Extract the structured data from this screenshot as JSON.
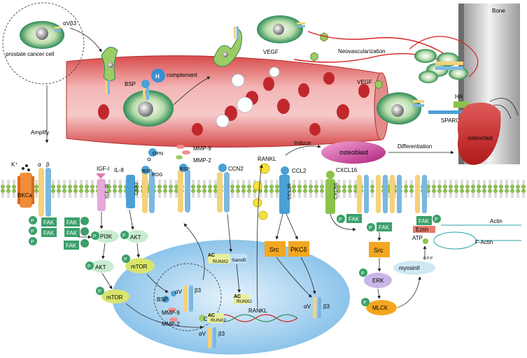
{
  "top": {
    "cell_label": "prostate cancer cell",
    "integrin_label": "αVβ3",
    "h_label": "H",
    "complement_label": "complement",
    "bsp_label": "BSP",
    "amplify_label": "Amplify",
    "vegf_label_1": "VEGF",
    "vegf_label_2": "VEGF",
    "neovascularization_label": "Neovascularization",
    "bone_label": "Bone",
    "ha_label": "HA",
    "sparc_label": "SPARC",
    "osteoclast_label": "osteoclast",
    "osteoblast_label": "osteoblast",
    "induce_label": "Induce",
    "differentiation_label": "Differentiation"
  },
  "membrane": {
    "k_label": "K⁺",
    "bkca_label": "BKCa",
    "igf1_label": "IGF-I",
    "igf1r_label": "IGF-IR",
    "il8_label": "IL-8",
    "cxr2_label": "CXR2",
    "opn_label": "OPN",
    "bsp_label": "BSP",
    "rdg_label": "RDG",
    "bsp2_label": "BSP",
    "mmp9_label": "MMP-9",
    "mmp2_label": "MMP-2",
    "ccn2_label": "CCN2",
    "rankl_label": "RANKL",
    "ccl2_label": "CCL2",
    "ccl2r_label": "CCL2R",
    "cxcl16_label": "CXCL16",
    "cxcr6_label": "CXCR6",
    "alpha": "α",
    "beta": "β",
    "actin_label": "Actin",
    "factin_label": "F-Actin"
  },
  "cytoplasm": {
    "p": "P",
    "fak": "FAK",
    "pi3k": "PI3K",
    "akt": "AKT",
    "mtor": "mTOR",
    "ac": "AC",
    "runx2": "RUNX2",
    "smad5": "Samd5",
    "src": "Src",
    "pkcd": "PKCδ",
    "erk": "ERK",
    "mlck": "MLCK",
    "myosin": "myosinII",
    "ezrin": "Ezrin",
    "atp": "ATP",
    "ppp": "P-P-P"
  },
  "nucleus": {
    "bsp": "BSP",
    "mmp9": "MMP-9",
    "mmp2": "MMP-2",
    "opn": "OPN",
    "av": "αV",
    "b3": "β3",
    "rankl": "RANKL"
  },
  "colors": {
    "vessel": "#e07070",
    "cell": "#2e8b57",
    "membrane": "#9ccc65",
    "nucleus": "#bfe0f7",
    "integrin_alpha": "#f4d27a",
    "integrin_beta": "#7ab8e0",
    "fak": "#3a9f6a",
    "src": "#f4a620",
    "mtor": "#d9e56c"
  }
}
